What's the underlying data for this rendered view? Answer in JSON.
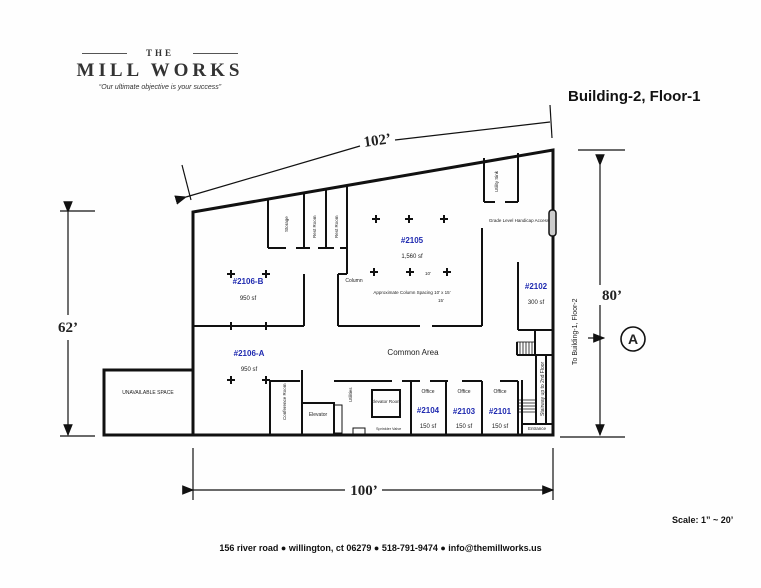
{
  "logo": {
    "prefix": "THE",
    "brand": "MILL WORKS",
    "tagline": "“Our ultimate objective is your success”"
  },
  "title": "Building-2, Floor-1",
  "scale": "Scale: 1” ~ 20’",
  "footer": "156 river road ● willington, ct  06279 ● 518-791-9474 ● info@themillworks.us",
  "dimensions": {
    "top": "102’",
    "right": "80’",
    "left": "62’",
    "bottom": "100’"
  },
  "units": [
    {
      "id": "#2105",
      "area": "1,560 sf"
    },
    {
      "id": "#2106-B",
      "area": "950 sf"
    },
    {
      "id": "#2106-A",
      "area": "950 sf"
    },
    {
      "id": "#2102",
      "area": "300 sf"
    },
    {
      "id": "#2104",
      "area": "150 sf",
      "room": "Office"
    },
    {
      "id": "#2103",
      "area": "150 sf",
      "room": "Office"
    },
    {
      "id": "#2101",
      "area": "150 sf",
      "room": "Office"
    }
  ],
  "rooms": {
    "storage": "Storage",
    "rest_room_1": "Rest Room",
    "rest_room_2": "Rest Room",
    "utility_sink": "Utility Sink",
    "handicap": "Grade Level Handicap Access",
    "column": "Column",
    "spacing": "Approximate Column Spacing 10’ x 15’",
    "spacing_h": "10’",
    "spacing_v": "15’",
    "common_area": "Common Area",
    "unavailable": "UNAVAILABLE SPACE",
    "conference": "Conference Room",
    "elevator": "Elevator",
    "utilities": "Utilities",
    "elevator_room": "Elevator Room",
    "sprinkler": "Sprinkler Valve",
    "stairway": "Stairway up to 2nd Floor",
    "entrance": "Entrance",
    "to_building": "To Building-1, Floor-2",
    "marker": "A"
  }
}
